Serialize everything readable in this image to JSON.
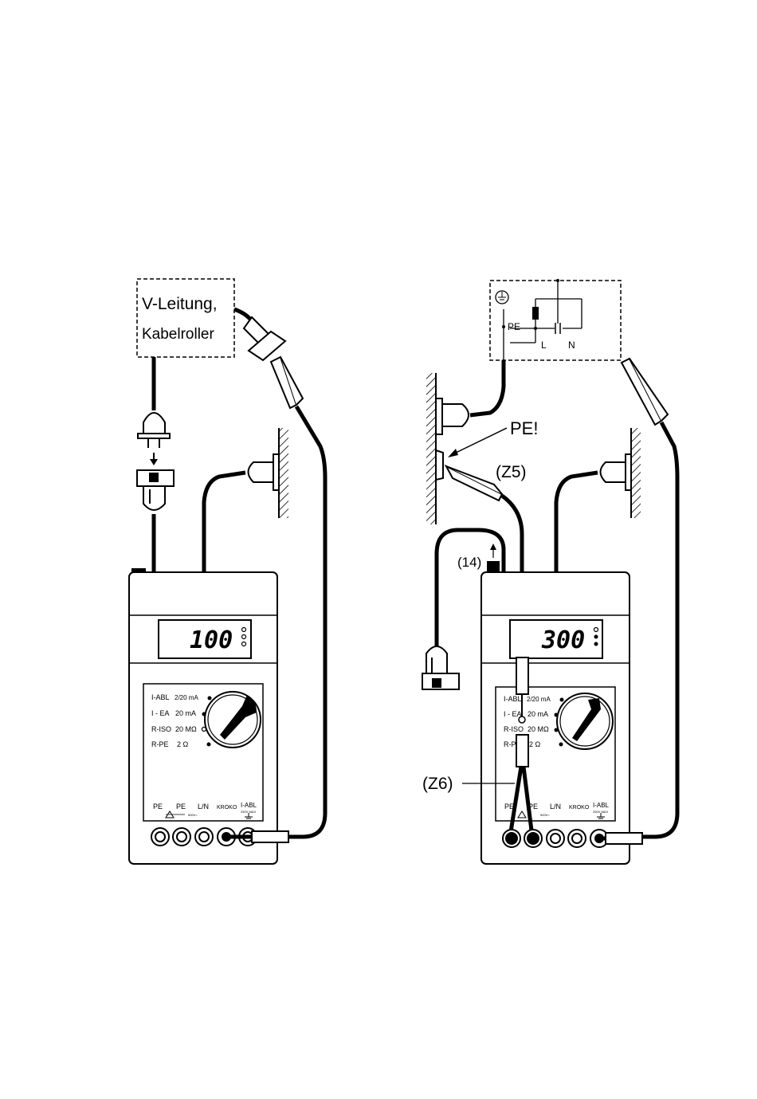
{
  "left": {
    "cable_box": {
      "line1": "V-Leitung,",
      "line2": "Kabelroller"
    },
    "display": "100",
    "selector": {
      "rows": [
        {
          "name": "I-ABL",
          "range": "2/20 mA"
        },
        {
          "name": "I - EA",
          "range": "20 mA"
        },
        {
          "name": "R-ISO",
          "range": "20 MΩ"
        },
        {
          "name": "R-PE",
          "range": "2     Ω"
        }
      ]
    },
    "sockets": {
      "pe1": "PE",
      "pe2": "PE",
      "ln": "L/N",
      "kroko": "KROKO",
      "iabl": "I-ABL",
      "small1": "500V=",
      "small2": "250V MAX"
    }
  },
  "right": {
    "circuit": {
      "pe": "PE",
      "l": "L",
      "n": "N"
    },
    "callouts": {
      "pe": "PE!",
      "z5": "(Z5)",
      "z6": "(Z6)",
      "n14": "(14)"
    },
    "display": "300",
    "selector": {
      "rows": [
        {
          "name": "I-ABL",
          "range": "2/20 mA"
        },
        {
          "name": "I - EA",
          "range": "20 mA"
        },
        {
          "name": "R-ISO",
          "range": "20 MΩ"
        },
        {
          "name": "R-PE",
          "range": "2     Ω"
        }
      ]
    },
    "sockets": {
      "pe1": "PE",
      "pe2": "PE",
      "ln": "L/N",
      "kroko": "KROKO",
      "iabl": "I-ABL",
      "small1": "500V=",
      "small2": "250V MAX"
    }
  }
}
